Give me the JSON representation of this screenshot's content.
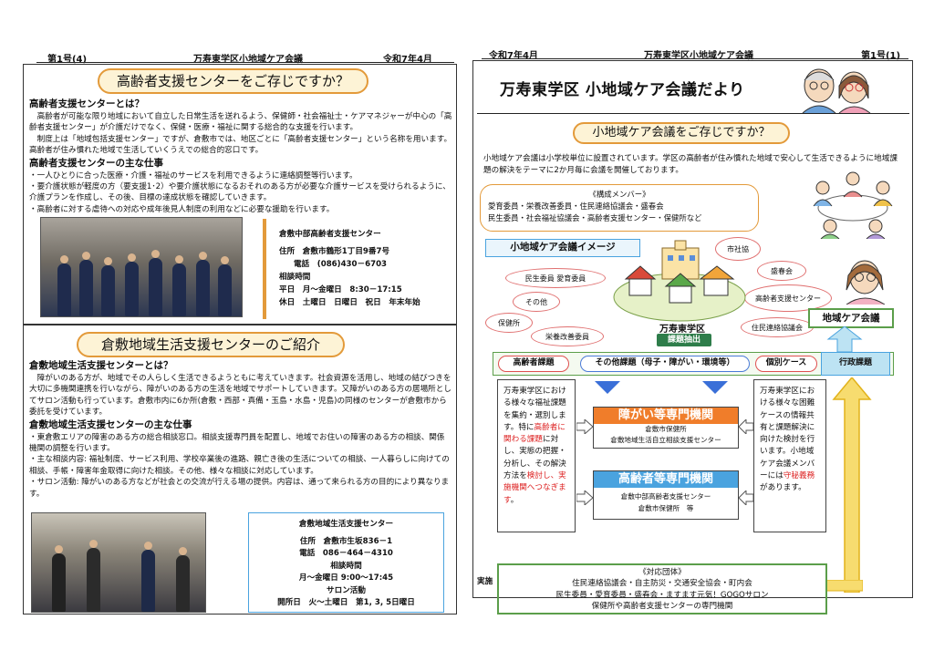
{
  "left_page": {
    "header": {
      "issue": "第1号(4)",
      "title": "万寿東学区小地域ケア会議",
      "date": "令和7年4月"
    },
    "section1": {
      "banner": "高齢者支援センターをご存じですか？",
      "h1": "高齢者支援センターとは？",
      "p1": "　高齢者が可能な限り地域において自立した日常生活を送れるよう、保健師・社会福祉士・ケアマネジャーが中心の「高齢者支援センター」が介護だけでなく、保健・医療・福祉に関する総合的な支援を行います。",
      "p2": "　制度上は「地域包括支援センター」ですが、倉敷市では、地区ごとに「高齢者支援センター」という名称を用います。高齢者が住み慣れた地域で生活していくうえでの総合的窓口です。",
      "h2": "高齢者支援センターの主な仕事",
      "items": [
        "・一人ひとりに合った医療・介護・福祉のサービスを利用できるように連絡調整等行います。",
        "・要介護状態が軽度の方（要支援1･2）や要介護状態になるおそれのある方が必要な介護サービスを受けられるように、介護プランを作成し、その後、目標の達成状態を確認していきます。",
        "・高齢者に対する虐待への対応や成年後見人制度の利用などに必要な援助を行います。"
      ],
      "info": {
        "name": "倉敷中部高齢者支援センター",
        "address": "住所　倉敷市鶴形1丁目9番7号",
        "tel": "電話　(086)430－6703",
        "hours_label": "相談時間",
        "weekday": "平日　月～金曜日　8:30－17:15",
        "holiday": "休日　土曜日　日曜日　祝日　年末年始"
      }
    },
    "section2": {
      "banner": "倉敷地域生活支援センターのご紹介",
      "h1": "倉敷地域生活支援センターとは？",
      "p1": "　障がいのある方が、地域でその人らしく生活できるようともに考えていきます。社会資源を活用し、地域の結びつきを大切に多機関連携を行いながら、障がいのある方の生活を地域でサポートしていきます。又障がいのある方の居場所としてサロン活動も行っています。倉敷市内に6か所(倉敷・西部・真備・玉島・水島・児島)の同様のセンターが倉敷市から委託を受けています。",
      "h2": "倉敷地域生活支援センターの主な仕事",
      "items": [
        "・東倉敷エリアの障害のある方の総合相談窓口。相談支援専門員を配置し、地域でお住いの障害のある方の相談、関係機関の調整を行います。",
        "・主な相談内容: 福祉制度、サービス利用、学校卒業後の進路、親亡き後の生活についての相談、一人暮らしに向けての相談、手帳・障害年金取得に向けた相談。その他、様々な相談に対応しています。",
        "・サロン活動: 障がいのある方などが社会との交流が行える場の提供。内容は、通って来られる方の目的により異なります。"
      ],
      "info": {
        "name": "倉敷地域生活支援センター",
        "address": "住所　倉敷市生坂836－1",
        "tel": "電話　086－464－4310",
        "hours_label": "相談時間",
        "weekday": "月～金曜日 9:00～17:45",
        "salon_label": "サロン活動",
        "salon": "開所日　火～土曜日　第1, 3, 5日曜日"
      }
    }
  },
  "right_page": {
    "header": {
      "date": "令和7年4月",
      "title": "万寿東学区小地域ケア会議",
      "issue": "第1号(1)"
    },
    "masthead": "万寿東学区 小地域ケア会議だより",
    "banner": "小地域ケア会議をご存じですか？",
    "intro": "小地域ケア会議は小学校単位に設置されています。学区の高齢者が住み慣れた地域で安心して生活できるように地域課題の解決をテーマに2か月毎に会議を開催しております。",
    "members": {
      "title": "《構成メンバー》",
      "line1": "愛育委員・栄養改善委員・住民連絡協議会・盛春会",
      "line2": "民生委員・社会福祉協議会・高齢者支援センター・保健所など"
    },
    "image_title": "小地域ケア会議イメージ",
    "clouds": [
      "市社協",
      "盛春会",
      "高齢者支援センター",
      "住民連絡協議会",
      "民生委員 愛育委員",
      "その他",
      "保健所",
      "栄養改善委員"
    ],
    "center_label": "万寿東学区",
    "flag": "課題抽出",
    "regional_meeting": "地域ケア会議",
    "issues": {
      "elderly": "高齢者課題",
      "other": "その他課題（母子・障がい・環境等）",
      "individual": "個別ケース",
      "admin": "行政課題"
    },
    "left_note": [
      "万寿東学区における様々な福祉課題を集約・選別します。特に",
      "高齢者に関わる課題",
      "に対し、実態の把握・分析し、その解決方法を",
      "検討し、実施機関へつなぎます",
      "。"
    ],
    "right_note": [
      "万寿東学区における様々な困難ケースの情報共有と課題解決に向けた検討を行います。",
      "小地域ケア会議メンバーには",
      "守秘義務",
      "があります。"
    ],
    "disability": {
      "title": "障がい等専門機関",
      "line1": "倉敷市保健所",
      "line2": "倉敷地域生活自立相談支援センター"
    },
    "elderly_org": {
      "title": "高齢者等専門機関",
      "line1": "倉敷中部高齢者支援センター",
      "line2": "倉敷市保健所　等"
    },
    "footer": {
      "side": "実施",
      "title": "《対応団体》",
      "line1": "住民連絡協議会・自主防災・交通安全協会・町内会",
      "line2": "民生委員・愛育委員・盛春会・ますます元気！GOGOサロン",
      "line3": "保健所や高齢者支援センターの専門機関"
    }
  },
  "colors": {
    "accent_orange": "#e39a3a",
    "pill_fill": "#fdf3d6",
    "blue": "#4aa3df",
    "green_box": "#5b9e4a",
    "arrow_yellow": "#f2c230"
  }
}
